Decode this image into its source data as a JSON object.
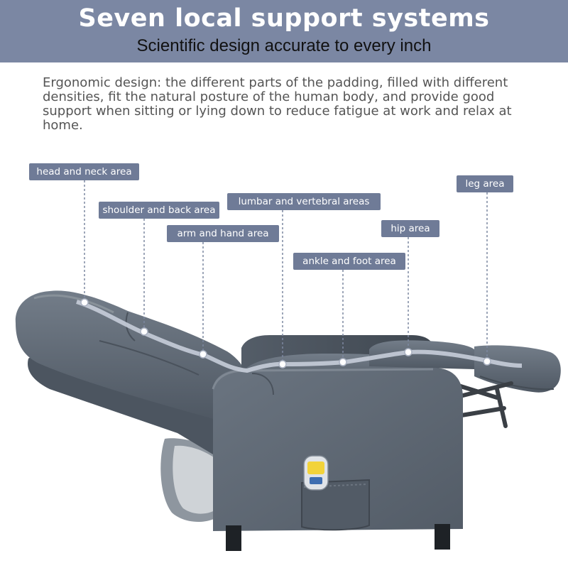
{
  "header": {
    "title": "Seven local support systems",
    "subtitle": "Scientific design accurate to every inch",
    "background_color": "#7b87a3"
  },
  "description": "Ergonomic design: the different parts of the padding, filled with different densities, fit the natural posture of the human body, and provide good support when sitting or lying down to reduce fatigue at work and relax at home.",
  "support_areas": [
    {
      "key": "head",
      "label": "head and neck area"
    },
    {
      "key": "shoulder",
      "label": "shoulder and back area"
    },
    {
      "key": "arm",
      "label": "arm and hand area"
    },
    {
      "key": "lumbar",
      "label": "lumbar and vertebral areas"
    },
    {
      "key": "ankle",
      "label": "ankle and foot area"
    },
    {
      "key": "hip",
      "label": "hip area"
    },
    {
      "key": "leg",
      "label": "leg area"
    }
  ],
  "colors": {
    "label_background": "#6f7b97",
    "upholstery": "#5f6975",
    "remote_screen": "#f2d33a"
  }
}
